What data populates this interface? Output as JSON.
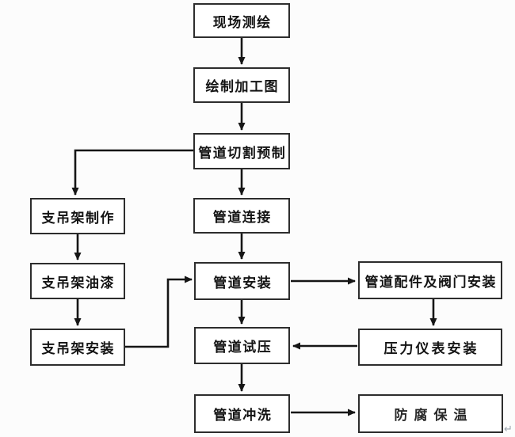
{
  "diagram": {
    "type": "flowchart",
    "language": "zh-CN",
    "colors": {
      "background": "#fcfcfc",
      "node_fill": "#ffffff",
      "node_border": "#2d2d2d",
      "edge": "#161616",
      "text": "#141414"
    },
    "nodes": [
      {
        "id": "site-survey",
        "label": "现场测绘"
      },
      {
        "id": "draw-fabrication-drawing",
        "label": "绘制加工图"
      },
      {
        "id": "pipe-cutting-prefabrication",
        "label": "管道切割预制"
      },
      {
        "id": "pipe-connection",
        "label": "管道连接"
      },
      {
        "id": "support-hanger-fabrication",
        "label": "支吊架制作"
      },
      {
        "id": "support-hanger-painting",
        "label": "支吊架油漆"
      },
      {
        "id": "support-hanger-installation",
        "label": "支吊架安装"
      },
      {
        "id": "pipe-installation",
        "label": "管道安装"
      },
      {
        "id": "pipe-fittings-and-valve-installation",
        "label": "管道配件及阀门安装"
      },
      {
        "id": "pipe-pressure-test",
        "label": "管道试压"
      },
      {
        "id": "pressure-instrument-installation",
        "label": "压力仪表安装"
      },
      {
        "id": "pipe-flushing",
        "label": "管道冲洗"
      },
      {
        "id": "anticorrosion-insulation",
        "label": "防腐保温"
      }
    ],
    "edges": [
      {
        "from": "site-survey",
        "to": "draw-fabrication-drawing"
      },
      {
        "from": "draw-fabrication-drawing",
        "to": "pipe-cutting-prefabrication"
      },
      {
        "from": "pipe-cutting-prefabrication",
        "to": "pipe-connection"
      },
      {
        "from": "pipe-cutting-prefabrication",
        "to": "support-hanger-fabrication"
      },
      {
        "from": "support-hanger-fabrication",
        "to": "support-hanger-painting"
      },
      {
        "from": "support-hanger-painting",
        "to": "support-hanger-installation"
      },
      {
        "from": "support-hanger-installation",
        "to": "pipe-installation"
      },
      {
        "from": "pipe-connection",
        "to": "pipe-installation"
      },
      {
        "from": "pipe-installation",
        "to": "pipe-fittings-and-valve-installation"
      },
      {
        "from": "pipe-installation",
        "to": "pipe-pressure-test"
      },
      {
        "from": "pipe-fittings-and-valve-installation",
        "to": "pressure-instrument-installation"
      },
      {
        "from": "pressure-instrument-installation",
        "to": "pipe-pressure-test"
      },
      {
        "from": "pipe-pressure-test",
        "to": "pipe-flushing"
      },
      {
        "from": "pipe-flushing",
        "to": "anticorrosion-insulation"
      }
    ],
    "paragraph_mark": "↵"
  }
}
